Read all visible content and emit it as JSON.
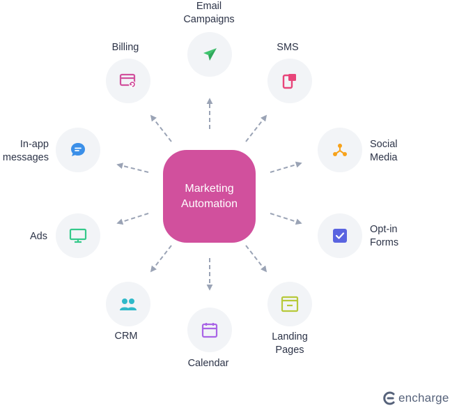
{
  "hub": {
    "label": "Marketing\nAutomation",
    "color": "#d1509d"
  },
  "nodes": [
    {
      "id": "email",
      "label": "Email\nCampaigns",
      "icon": "paper-plane-icon",
      "color": "#3ec46d"
    },
    {
      "id": "sms",
      "label": "SMS",
      "icon": "phone-message-icon",
      "color": "#e8457a"
    },
    {
      "id": "social",
      "label": "Social\nMedia",
      "icon": "share-nodes-icon",
      "color": "#f7a21b"
    },
    {
      "id": "optin",
      "label": "Opt-in\nForms",
      "icon": "checkbox-icon",
      "color": "#5a64e0"
    },
    {
      "id": "landing",
      "label": "Landing\nPages",
      "icon": "webpage-icon",
      "color": "#b7c93a"
    },
    {
      "id": "calendar",
      "label": "Calendar",
      "icon": "calendar-icon",
      "color": "#a964e6"
    },
    {
      "id": "crm",
      "label": "CRM",
      "icon": "users-icon",
      "color": "#2fb9c9"
    },
    {
      "id": "ads",
      "label": "Ads",
      "icon": "monitor-icon",
      "color": "#34c98a"
    },
    {
      "id": "inapp",
      "label": "In-app\nmessages",
      "icon": "chat-bubble-icon",
      "color": "#3b8fe8"
    },
    {
      "id": "billing",
      "label": "Billing",
      "icon": "billing-card-icon",
      "color": "#d1509d"
    }
  ],
  "connector_color": "#9aa3b5",
  "brand": {
    "name": "encharge",
    "color": "#56627a"
  }
}
